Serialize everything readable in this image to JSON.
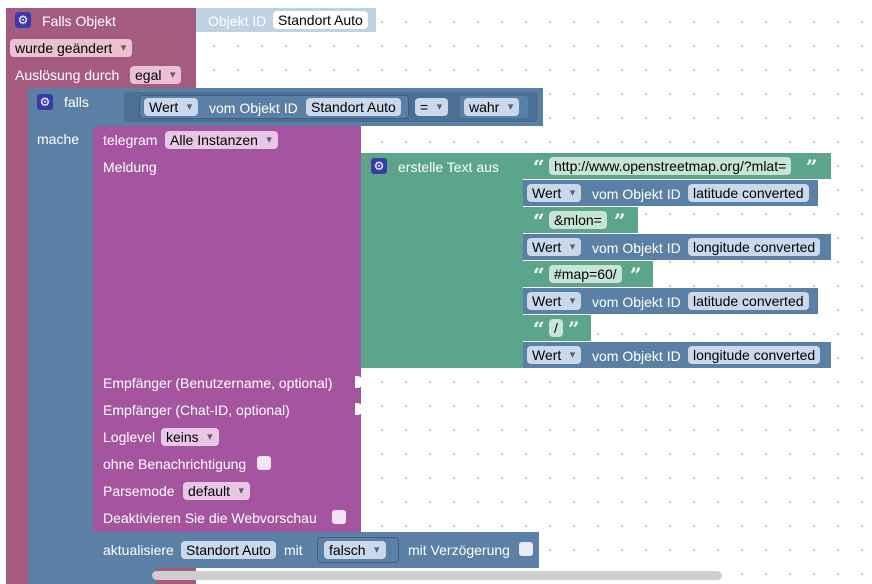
{
  "event": {
    "title": "Falls Objekt",
    "object_label": "Objekt ID",
    "object_value": "Standort Auto",
    "changed": "wurde geändert",
    "trigger_label": "Auslösung durch",
    "trigger_value": "egal"
  },
  "condition": {
    "if_label": "falls",
    "do_label": "mache",
    "value_prop": "Wert",
    "from_object": "vom Objekt ID",
    "object": "Standort Auto",
    "operator": "=",
    "bool_value": "wahr"
  },
  "telegram": {
    "label": "telegram",
    "instance": "Alle Instanzen",
    "message_label": "Meldung",
    "recipient_user": "Empfänger (Benutzername, optional)",
    "recipient_chat": "Empfänger (Chat-ID, optional)",
    "loglevel_label": "Loglevel",
    "loglevel_value": "keins",
    "silent_label": "ohne Benachrichtigung",
    "parsemode_label": "Parsemode",
    "parsemode_value": "default",
    "disable_preview_label": "Deaktivieren Sie die Webvorschau"
  },
  "text_join": {
    "label": "erstelle Text aus",
    "quote_open": "“",
    "quote_close": "”",
    "items": [
      {
        "kind": "text",
        "value": "http://www.openstreetmap.org/?mlat="
      },
      {
        "kind": "value",
        "prop": "Wert",
        "from": "vom Objekt ID",
        "object": "latitude converted"
      },
      {
        "kind": "text",
        "value": "&mlon="
      },
      {
        "kind": "value",
        "prop": "Wert",
        "from": "vom Objekt ID",
        "object": "longitude converted"
      },
      {
        "kind": "text",
        "value": "#map=60/"
      },
      {
        "kind": "value",
        "prop": "Wert",
        "from": "vom Objekt ID",
        "object": "latitude converted"
      },
      {
        "kind": "text",
        "value": "/"
      },
      {
        "kind": "value",
        "prop": "Wert",
        "from": "vom Objekt ID",
        "object": "longitude converted"
      }
    ]
  },
  "update": {
    "label": "aktualisiere",
    "object": "Standort Auto",
    "with_label": "mit",
    "value": "falsch",
    "delay_label": "mit Verzögerung"
  },
  "icons": {
    "gear": "gear-icon"
  }
}
